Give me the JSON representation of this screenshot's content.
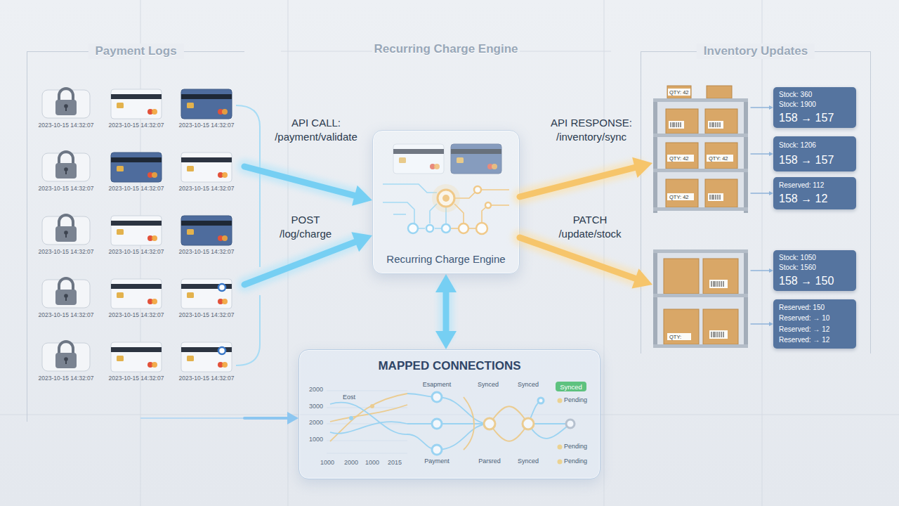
{
  "diagram": {
    "nodes": [
      {
        "text": [
          "Payment Logs"
        ]
      },
      {
        "text": [
          "Recurring Charge Engine"
        ]
      },
      {
        "text": [
          "Inventory Updates"
        ]
      },
      {
        "text": [
          "QTY: 42",
          "QTY: 42",
          "QTY: 42",
          "QTY: 42"
        ],
        "in": 2
      },
      {
        "text": [
          "QTY:"
        ],
        "in": 2
      },
      {
        "text": [
          "Stock: 360",
          "Stock: 1900",
          "158 → 157"
        ],
        "in": 2
      },
      {
        "text": [
          "Stock: 1206",
          "158 → 157"
        ],
        "in": 2
      },
      {
        "text": [
          "Reserved: 112",
          "158 → 12"
        ],
        "in": 2
      },
      {
        "text": [
          "Stock: 1050",
          "Stock: 1560",
          "158 → 150"
        ],
        "in": 2
      },
      {
        "text": [
          "Reserved: 150",
          "Reserved: → 10",
          "Reserved: → 12",
          "Reserved: → 12"
        ],
        "in": 2
      },
      {
        "text": [
          "MAPPED CONNECTIONS"
        ]
      },
      {
        "text": [
          "Synced"
        ],
        "in": 10
      }
    ],
    "edges": [
      {
        "from": 0,
        "to": 1,
        "label": "API CALL: /payment/validate",
        "arrow": "to"
      },
      {
        "from": 0,
        "to": 1,
        "label": "POST /log/charge",
        "arrow": "to"
      },
      {
        "from": 1,
        "to": 3,
        "label": "API RESPONSE: /inventory/sync",
        "arrow": "to"
      },
      {
        "from": 1,
        "to": 4,
        "label": "PATCH /update/stock",
        "arrow": "to"
      },
      {
        "from": 1,
        "to": 10,
        "arrow": "both"
      },
      {
        "from": 0,
        "to": 10,
        "arrow": "to"
      },
      {
        "from": 3,
        "to": 5,
        "arrow": "to"
      },
      {
        "from": 3,
        "to": 6,
        "arrow": "to"
      },
      {
        "from": 3,
        "to": 7,
        "arrow": "to"
      },
      {
        "from": 4,
        "to": 8,
        "arrow": "to"
      },
      {
        "from": 4,
        "to": 9,
        "arrow": "to"
      }
    ],
    "labels": [
      "Recurring Charge Engine",
      "2023-10-15 14:32:07",
      "2023-10-15 14:32:07",
      "2023-10-15 14:32:07",
      "2023-10-15 14:32:07",
      "2023-10-15 14:32:07",
      "2023-10-15 14:32:07",
      "2023-10-15 14:32:07",
      "2023-10-15 14:32:07",
      "2023-10-15 14:32:07",
      "2023-10-15 14:32:07",
      "2023-10-15 14:32:07",
      "2023-10-15 14:32:07",
      "2023-10-15 14:32:07",
      "2023-10-15 14:32:07",
      "2023-10-15 14:32:07",
      "2000",
      "3000",
      "2000",
      "1000",
      "1000",
      "2000",
      "1000",
      "2015",
      "Eost",
      "Esapment",
      "Synced",
      "Synced",
      "Pending",
      "Payment",
      "Parsred",
      "Synced",
      "Pending",
      "Pending"
    ]
  }
}
